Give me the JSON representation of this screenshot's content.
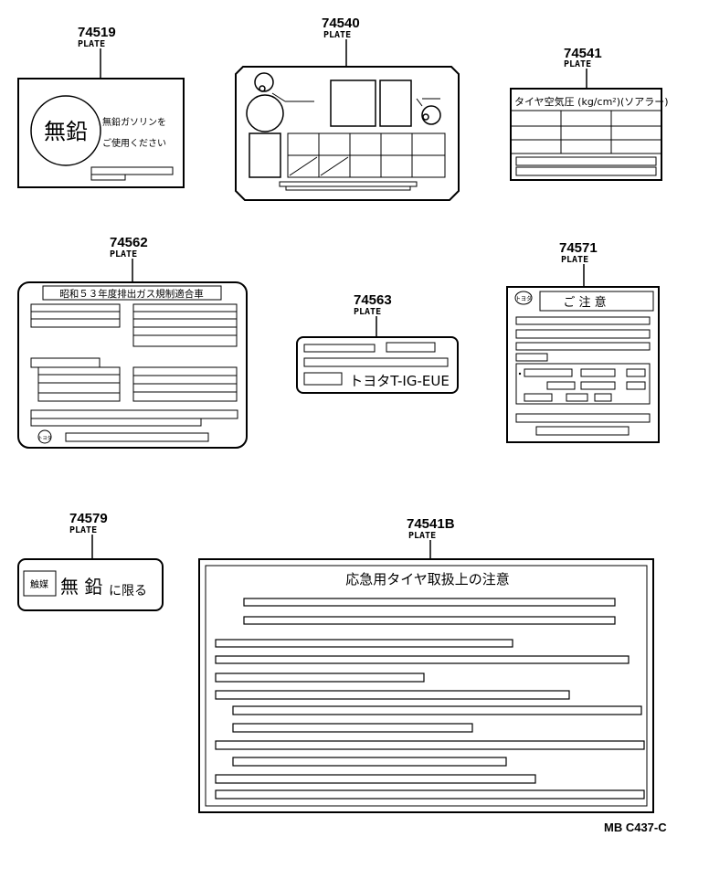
{
  "plate_label": "PLATE",
  "parts": {
    "p74519": {
      "number": "74519",
      "big_text": "無鉛",
      "line1": "無鉛ガソリンを",
      "line2": "ご使用ください"
    },
    "p74540": {
      "number": "74540"
    },
    "p74541": {
      "number": "74541",
      "header": "タイヤ空気圧 (kg/cm²)(ソアラー)"
    },
    "p74562": {
      "number": "74562",
      "title": "昭和５３年度排出ガス規制適合車",
      "logo": "トヨタ"
    },
    "p74563": {
      "number": "74563",
      "code": "トヨタT-IG-EUE"
    },
    "p74571": {
      "number": "74571",
      "logo": "トヨタ",
      "title": "ご 注 意"
    },
    "p74579": {
      "number": "74579",
      "badge": "触媒",
      "text_a": "無 鉛",
      "text_b": "に限る"
    },
    "p74541B": {
      "number": "74541B",
      "title": "応急用タイヤ取扱上の注意"
    }
  },
  "drawing_ref": "MB C437-C"
}
